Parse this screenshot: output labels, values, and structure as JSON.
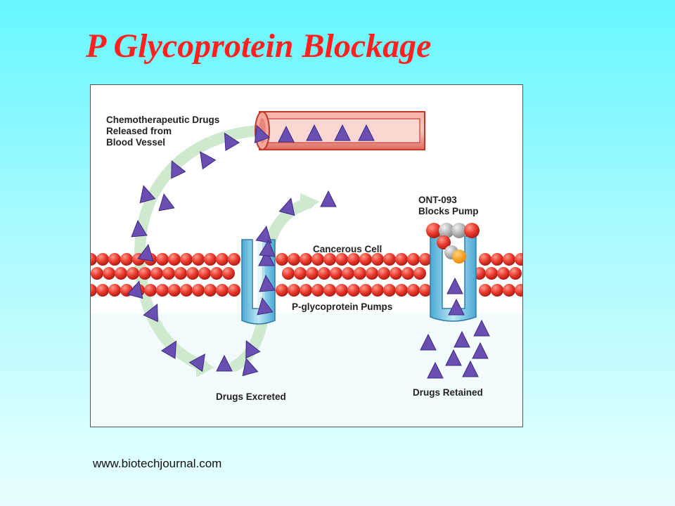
{
  "slide": {
    "title": "P Glycoprotein Blockage",
    "source": "www.biotechjournal.com"
  },
  "diagram": {
    "labels": {
      "released": "Chemotherapeutic Drugs\nReleased from\nBlood Vessel",
      "blocker": "ONT-093\nBlocks Pump",
      "cell": "Cancerous Cell",
      "pumps": "P-glycoprotein Pumps",
      "excreted": "Drugs Excreted",
      "retained": "Drugs Retained"
    },
    "colors": {
      "title": "#ff2020",
      "membrane": "#e8372c",
      "drug": "#6a4fb3",
      "pump": "#6ec5e5",
      "flow_arrow": "#cfe9cf",
      "vessel": "#f08080"
    }
  }
}
